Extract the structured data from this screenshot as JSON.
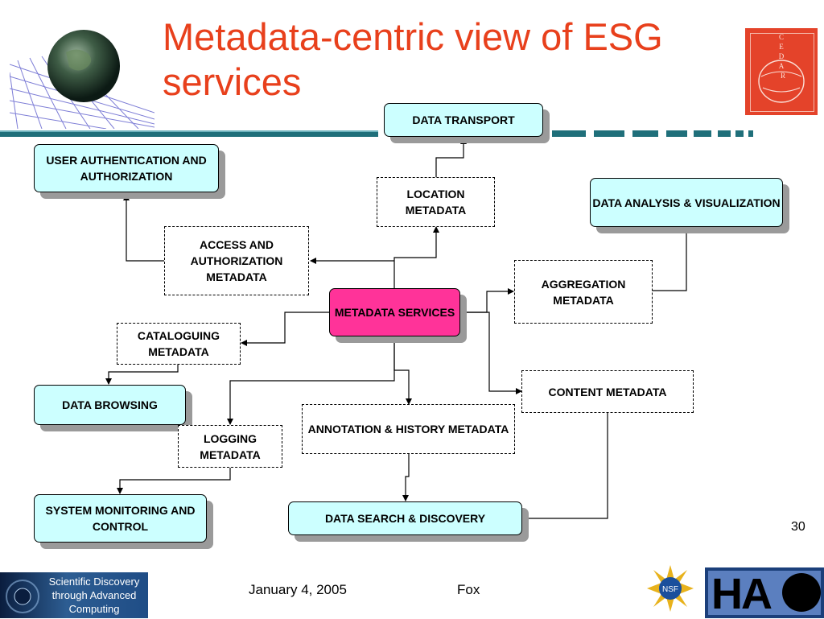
{
  "slide": {
    "title": "Metadata-centric view of ESG services",
    "page_number": "30",
    "footer_date": "January 4, 2005",
    "footer_author": "Fox"
  },
  "logos": {
    "scidac_text": "Scientific Discovery through Advanced Computing",
    "cedar_letters": "CEDAR",
    "hao_text": "HA",
    "nsf_text": "NSF"
  },
  "nodes": {
    "data_transport": "DATA TRANSPORT",
    "user_auth": "USER AUTHENTICATION AND AUTHORIZATION",
    "location_metadata": "LOCATION METADATA",
    "data_analysis": "DATA ANALYSIS & VISUALIZATION",
    "access_auth_metadata": "ACCESS AND AUTHORIZATION METADATA",
    "aggregation_metadata": "AGGREGATION METADATA",
    "metadata_services": "METADATA SERVICES",
    "cataloguing_metadata": "CATALOGUING METADATA",
    "data_browsing": "DATA BROWSING",
    "content_metadata": "CONTENT METADATA",
    "annotation_history": "ANNOTATION & HISTORY METADATA",
    "logging_metadata": "LOGGING METADATA",
    "system_monitoring": "SYSTEM MONITORING AND CONTROL",
    "data_search": "DATA SEARCH & DISCOVERY"
  },
  "colors": {
    "title": "#e8401c",
    "service_box_fill": "#ccffff",
    "center_box_fill": "#ff3399",
    "band": "#1f6f7a"
  }
}
